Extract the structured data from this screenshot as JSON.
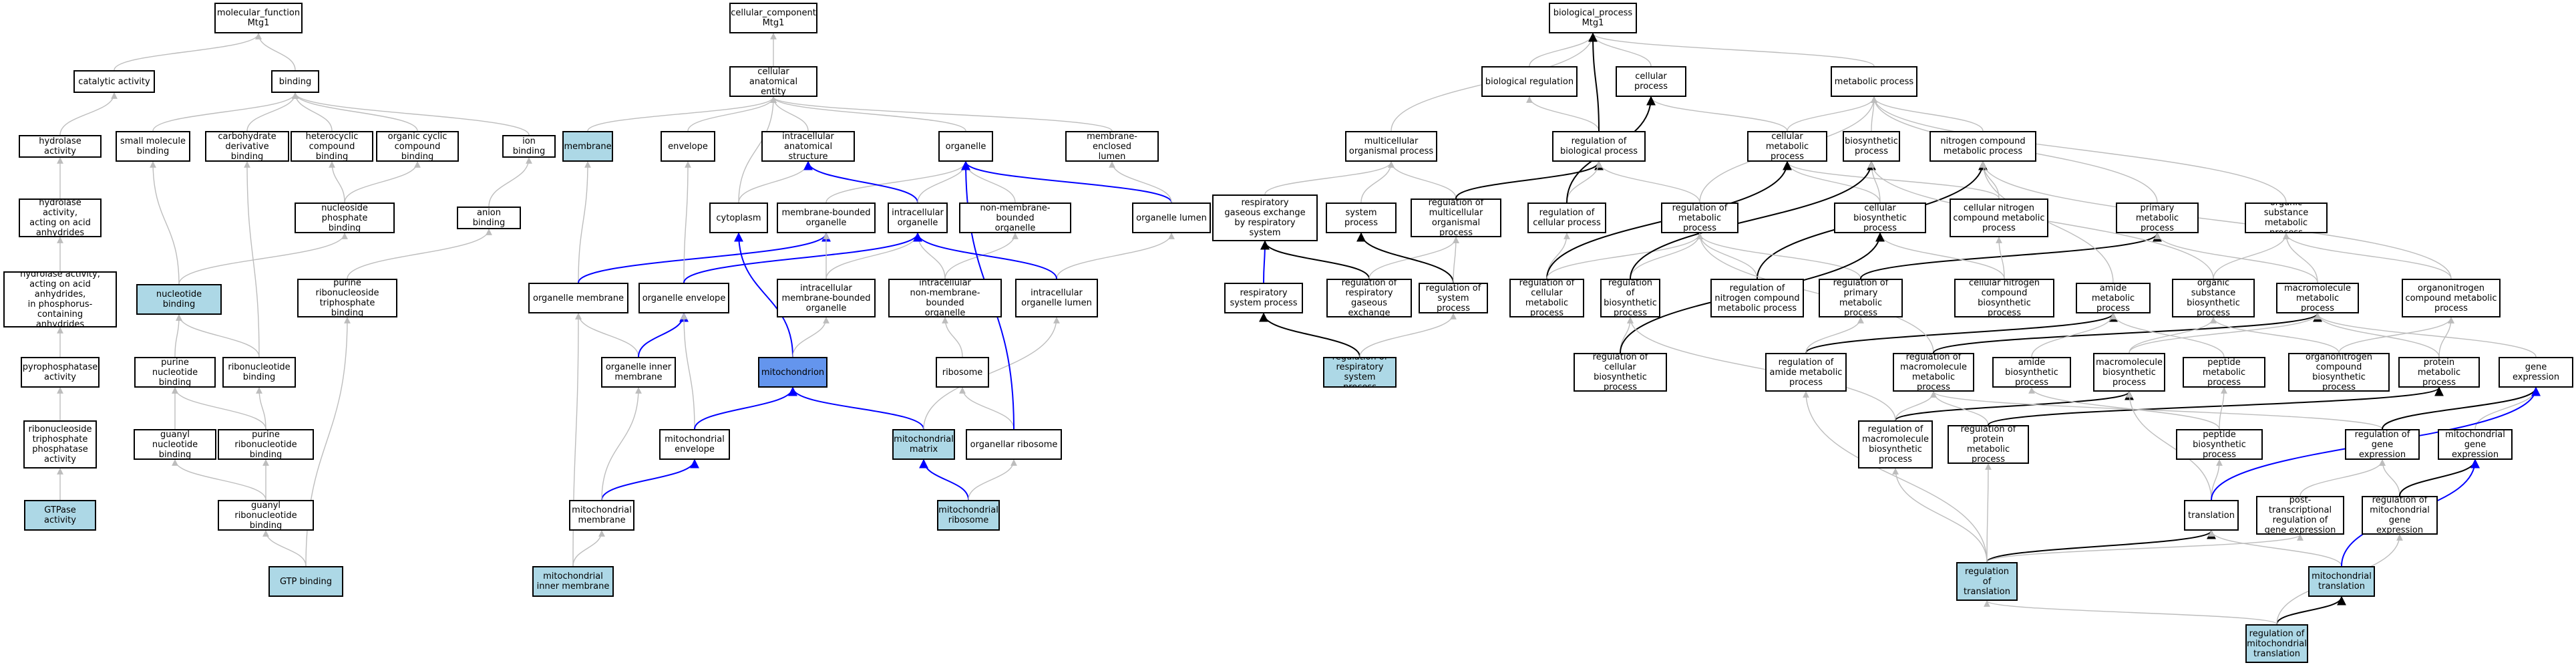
{
  "colors": {
    "light_blue": "#add8e6",
    "blue": "#6495ed",
    "edge_gray": "#bdbdbd",
    "edge_black": "#000000",
    "edge_blue": "#0000ff"
  },
  "nodes": {
    "mf": {
      "label": "molecular_function\nMtg1"
    },
    "cat": {
      "label": "catalytic activity"
    },
    "bind": {
      "label": "binding"
    },
    "hyd": {
      "label": "hydrolase activity"
    },
    "smb": {
      "label": "small molecule\nbinding"
    },
    "cdb": {
      "label": "carbohydrate\nderivative binding"
    },
    "hcb": {
      "label": "heterocyclic\ncompound binding"
    },
    "occb": {
      "label": "organic cyclic\ncompound binding"
    },
    "ionb": {
      "label": "ion binding"
    },
    "hyd_acid": {
      "label": "hydrolase activity,\nacting on acid\nanhydrides"
    },
    "nspb": {
      "label": "nucleoside phosphate\nbinding"
    },
    "anb": {
      "label": "anion binding"
    },
    "hyd_phos": {
      "label": "hydrolase activity,\nacting on acid\nanhydrides,\nin phosphorus-containing\nanhydrides"
    },
    "ntb": {
      "label": "nucleotide binding"
    },
    "prntpb": {
      "label": "purine ribonucleoside\ntriphosphate\nbinding"
    },
    "ppase": {
      "label": "pyrophosphatase\nactivity"
    },
    "pnb": {
      "label": "purine nucleotide\nbinding"
    },
    "rnb": {
      "label": "ribonucleotide\nbinding"
    },
    "rntp": {
      "label": "ribonucleoside\ntriphosphate\nphosphatase\nactivity"
    },
    "gnb": {
      "label": "guanyl nucleotide\nbinding"
    },
    "prnb": {
      "label": "purine ribonucleotide\nbinding"
    },
    "gtpase": {
      "label": "GTPase activity"
    },
    "grnb": {
      "label": "guanyl ribonucleotide\nbinding"
    },
    "gtpb": {
      "label": "GTP binding"
    },
    "cc": {
      "label": "cellular_component\nMtg1"
    },
    "cae": {
      "label": "cellular anatomical\nentity"
    },
    "memb": {
      "label": "membrane"
    },
    "env": {
      "label": "envelope"
    },
    "ias": {
      "label": "intracellular\nanatomical structure"
    },
    "org": {
      "label": "organelle"
    },
    "mel": {
      "label": "membrane-enclosed\nlumen"
    },
    "cyto": {
      "label": "cytoplasm"
    },
    "mbo": {
      "label": "membrane-bounded\norganelle"
    },
    "io": {
      "label": "intracellular\norganelle"
    },
    "nmbo": {
      "label": "non-membrane-bounded\norganelle"
    },
    "olum": {
      "label": "organelle lumen"
    },
    "omem": {
      "label": "organelle membrane"
    },
    "oenv": {
      "label": "organelle envelope"
    },
    "imbo": {
      "label": "intracellular\nmembrane-bounded\norganelle"
    },
    "inmbo": {
      "label": "intracellular\nnon-membrane-bounded\norganelle"
    },
    "iol": {
      "label": "intracellular\norganelle lumen"
    },
    "oim": {
      "label": "organelle inner\nmembrane"
    },
    "mito": {
      "label": "mitochondrion"
    },
    "ribo": {
      "label": "ribosome"
    },
    "menv": {
      "label": "mitochondrial\nenvelope"
    },
    "mmat": {
      "label": "mitochondrial\nmatrix"
    },
    "oribo": {
      "label": "organellar ribosome"
    },
    "mmem": {
      "label": "mitochondrial\nmembrane"
    },
    "mribo": {
      "label": "mitochondrial\nribosome"
    },
    "mim": {
      "label": "mitochondrial\ninner membrane"
    },
    "bp": {
      "label": "biological_process\nMtg1"
    },
    "breg": {
      "label": "biological regulation"
    },
    "cproc": {
      "label": "cellular process"
    },
    "mproc": {
      "label": "metabolic process"
    },
    "mop": {
      "label": "multicellular\norganismal process"
    },
    "rbp": {
      "label": "regulation of\nbiological process"
    },
    "cmp": {
      "label": "cellular metabolic\nprocess"
    },
    "bsp": {
      "label": "biosynthetic\nprocess"
    },
    "ncmp": {
      "label": "nitrogen compound\nmetabolic process"
    },
    "rge": {
      "label": "respiratory\ngaseous exchange\nby respiratory\nsystem"
    },
    "sysp": {
      "label": "system process"
    },
    "rmop": {
      "label": "regulation of\nmulticellular\norganismal process"
    },
    "rcp": {
      "label": "regulation of\ncellular process"
    },
    "rmp": {
      "label": "regulation of\nmetabolic process"
    },
    "cbp": {
      "label": "cellular biosynthetic\nprocess"
    },
    "cncmp": {
      "label": "cellular nitrogen\ncompound metabolic\nprocess"
    },
    "pmp": {
      "label": "primary metabolic\nprocess"
    },
    "osmp": {
      "label": "organic substance\nmetabolic process"
    },
    "rsp": {
      "label": "respiratory\nsystem process"
    },
    "rrge": {
      "label": "regulation of\nrespiratory\ngaseous exchange"
    },
    "rsysp": {
      "label": "regulation of\nsystem process"
    },
    "rcmp": {
      "label": "regulation of\ncellular metabolic\nprocess"
    },
    "rbsp": {
      "label": "regulation of\nbiosynthetic\nprocess"
    },
    "rncmp": {
      "label": "regulation of\nnitrogen compound\nmetabolic process"
    },
    "rpmp": {
      "label": "regulation of\nprimary metabolic\nprocess"
    },
    "cncbp": {
      "label": "cellular nitrogen\ncompound biosynthetic\nprocess"
    },
    "amp": {
      "label": "amide metabolic\nprocess"
    },
    "osbp": {
      "label": "organic substance\nbiosynthetic\nprocess"
    },
    "mmp": {
      "label": "macromolecule\nmetabolic process"
    },
    "oncmp": {
      "label": "organonitrogen\ncompound metabolic\nprocess"
    },
    "rrsp": {
      "label": "regulation of\nrespiratory\nsystem process"
    },
    "rcbp": {
      "label": "regulation of\ncellular biosynthetic\nprocess"
    },
    "ramp": {
      "label": "regulation of\namide metabolic\nprocess"
    },
    "rmmp": {
      "label": "regulation of\nmacromolecule\nmetabolic process"
    },
    "abp": {
      "label": "amide biosynthetic\nprocess"
    },
    "mbp": {
      "label": "macromolecule\nbiosynthetic\nprocess"
    },
    "pepmp": {
      "label": "peptide metabolic\nprocess"
    },
    "oncbp": {
      "label": "organonitrogen\ncompound biosynthetic\nprocess"
    },
    "protmp": {
      "label": "protein metabolic\nprocess"
    },
    "ge": {
      "label": "gene expression"
    },
    "rmbp": {
      "label": "regulation of\nmacromolecule\nbiosynthetic\nprocess"
    },
    "rprotmp": {
      "label": "regulation of\nprotein metabolic\nprocess"
    },
    "pepbp": {
      "label": "peptide biosynthetic\nprocess"
    },
    "rge2": {
      "label": "regulation of\ngene expression"
    },
    "mge": {
      "label": "mitochondrial\ngene expression"
    },
    "trans": {
      "label": "translation"
    },
    "ptrge": {
      "label": "post-transcriptional\nregulation of\ngene expression"
    },
    "rmge": {
      "label": "regulation of\nmitochondrial\ngene expression"
    },
    "rtrans": {
      "label": "regulation of\ntranslation"
    },
    "mtrans": {
      "label": "mitochondrial\ntranslation"
    },
    "rmtrans": {
      "label": "regulation of\nmitochondrial\ntranslation"
    }
  }
}
